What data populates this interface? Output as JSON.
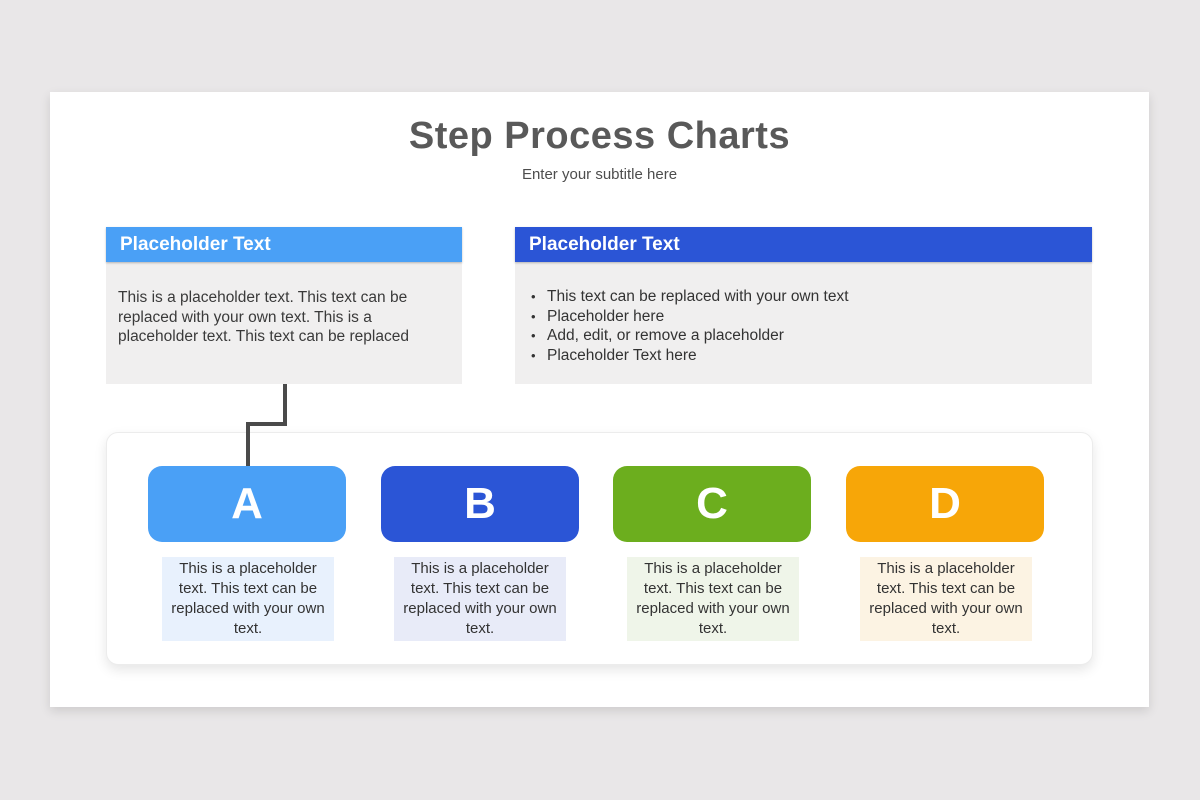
{
  "slide": {
    "title": "Step Process Charts",
    "subtitle": "Enter your subtitle here"
  },
  "panels": [
    {
      "header": "Placeholder Text",
      "header_color": "#4AA0F6",
      "body_bg": "#f0efef",
      "body_text": "This is a placeholder text. This text can be replaced with your own text. This is a placeholder text. This text can be replaced"
    },
    {
      "header": "Placeholder Text",
      "header_color": "#2B55D6",
      "body_bg": "#f0efef",
      "bullets": [
        "This text can be replaced with your own text",
        "Placeholder here",
        "Add, edit, or remove a placeholder",
        "Placeholder Text here"
      ]
    }
  ],
  "steps": [
    {
      "label": "A",
      "color": "#4AA0F6",
      "caption_bg": "#E8F1FD",
      "caption": "This is a placeholder text. This text can be replaced with your own text."
    },
    {
      "label": "B",
      "color": "#2B55D6",
      "caption_bg": "#E8EBF8",
      "caption": "This is a placeholder text. This text can be replaced with your own text."
    },
    {
      "label": "C",
      "color": "#6CAE1E",
      "caption_bg": "#EFF5E9",
      "caption": "This is a placeholder text. This text can be replaced with your own text."
    },
    {
      "label": "D",
      "color": "#F7A608",
      "caption_bg": "#FCF3E3",
      "caption": "This is a placeholder text. This text can be replaced with your own text."
    }
  ],
  "colors": {
    "page_background": "#e9e7e8",
    "slide_background": "#ffffff",
    "title_text": "#595959",
    "body_text": "#3a3a3a",
    "connector_line": "#4a4a4a"
  }
}
